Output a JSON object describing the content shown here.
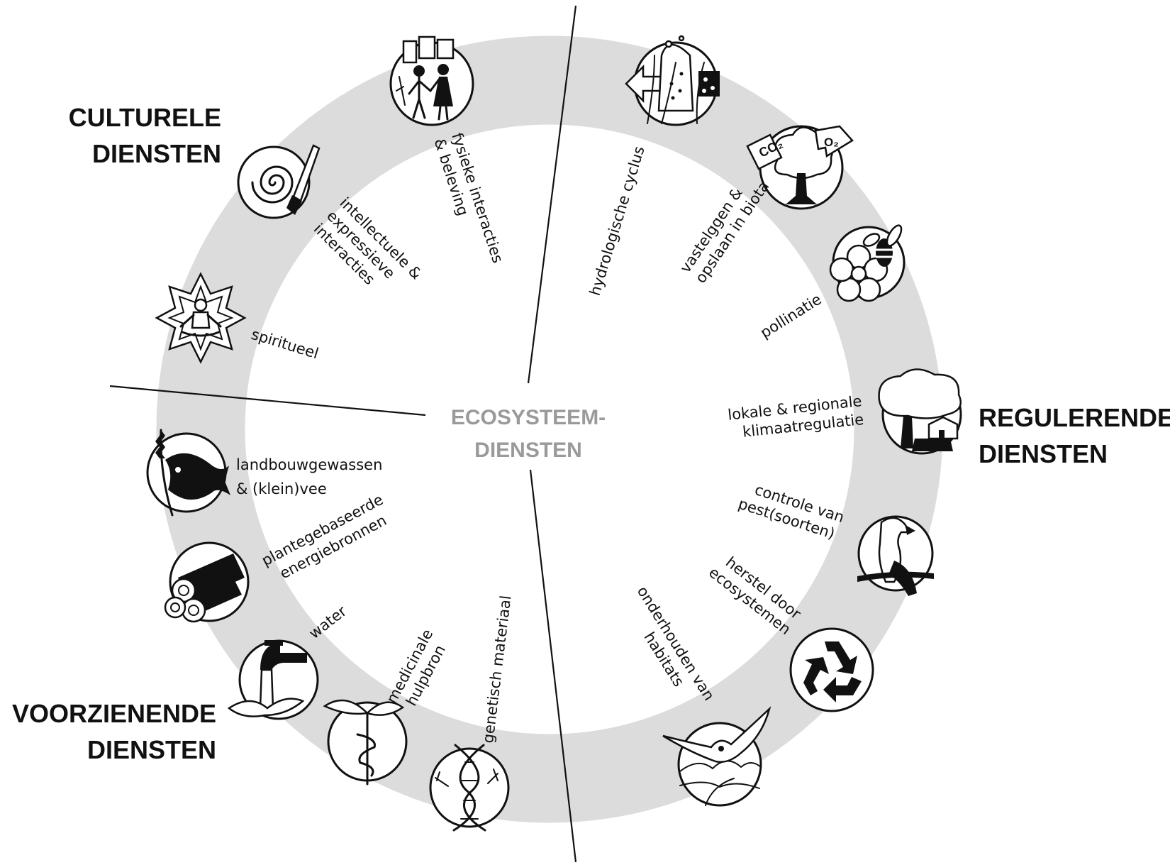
{
  "center": {
    "line1": "ECOSYSTEEM-",
    "line2": "DIENSTEN"
  },
  "categories": {
    "cultural": {
      "line1": "CULTURELE",
      "line2": "DIENSTEN"
    },
    "regulating": {
      "line1": "REGULERENDE",
      "line2": "DIENSTEN"
    },
    "provisioning": {
      "line1": "VOORZIENENDE",
      "line2": "DIENSTEN"
    }
  },
  "services": {
    "physical_interactions": [
      "fysieke interacties",
      "& beleving"
    ],
    "intellectual": [
      "intellectuele &",
      "expressieve",
      "interacties"
    ],
    "spiritual": [
      "spiritueel"
    ],
    "hydrological": [
      "hydrologische cyclus"
    ],
    "carbon": [
      "vastelggen &",
      "opslaan in biota"
    ],
    "pollination": [
      "pollinatie"
    ],
    "climate": [
      "lokale & regionale",
      "klimaatregulatie"
    ],
    "pest": [
      "controle van",
      "pest(soorten)"
    ],
    "recovery": [
      "herstel door",
      "ecosystemen"
    ],
    "habitats": [
      "onderhouden van",
      "habitats"
    ],
    "genetic": [
      "genetisch materiaal"
    ],
    "medicinal": [
      "medicinale",
      "hulpbron"
    ],
    "water": [
      "water"
    ],
    "energy": [
      "plantegebaseerde",
      "energiebronnen"
    ],
    "crops": [
      "landbouwgewassen",
      "& (klein)vee"
    ]
  },
  "icons": {
    "co2": "CO₂",
    "o2": "O₂"
  },
  "colors": {
    "ring": "#dcdcdc",
    "center_text": "#9a9a9a",
    "ink": "#111111"
  }
}
